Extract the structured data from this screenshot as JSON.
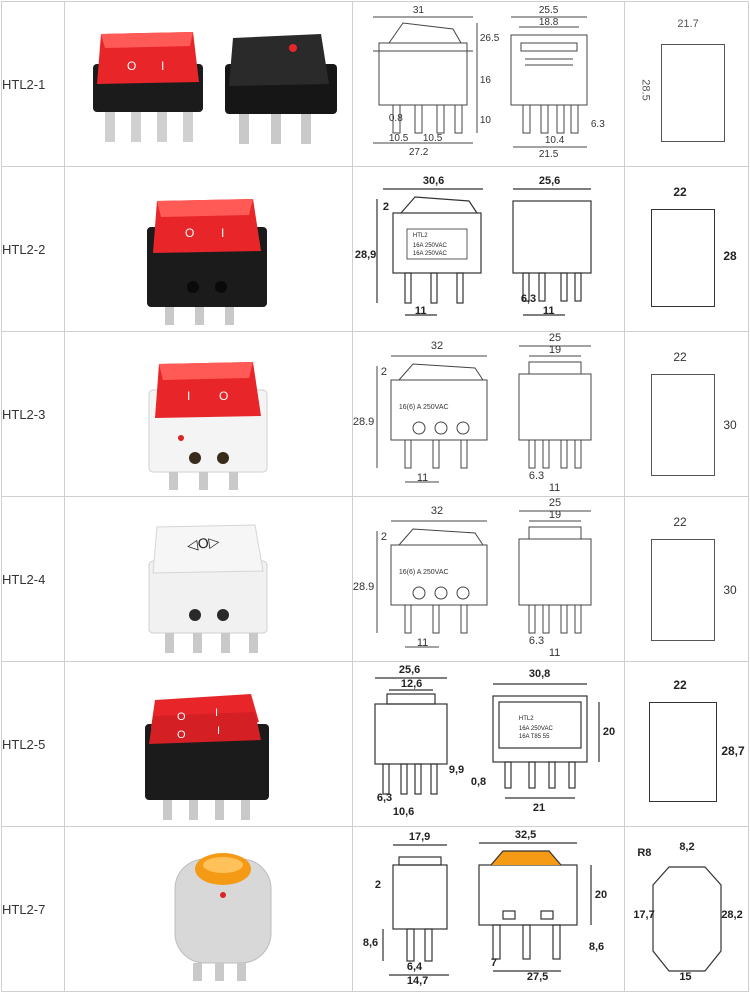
{
  "rows": [
    {
      "model": "HTL2-1",
      "dims": {
        "w1": "31",
        "h_top": "26.5",
        "h_mid": "16",
        "h_pin": "10",
        "pin_t": "0.8",
        "pin_a": "10.5",
        "pin_b": "10.5",
        "w_total": "27.2",
        "s_w1": "25.5",
        "s_w2": "18.8",
        "s_pin": "6.3",
        "s_pitch": "10.4",
        "s_w3": "21.5",
        "cut_w": "21.7",
        "cut_h": "28.5"
      },
      "colors": {
        "rocker": "#e8262a",
        "body": "#1b1b1b",
        "rocker2": "#222222"
      }
    },
    {
      "model": "HTL2-2",
      "dims": {
        "w1": "30,6",
        "h_top": "2",
        "h_total": "28,9",
        "pin": "11",
        "s_w1": "25,6",
        "s_pin": "6,3",
        "s_pitch": "11",
        "cut_w": "22",
        "cut_h": "28"
      },
      "label_lines": [
        "HTL2",
        "16A 250VAC",
        "16A 250VAC"
      ],
      "colors": {
        "rocker": "#e8262a",
        "body": "#1b1b1b"
      }
    },
    {
      "model": "HTL2-3",
      "dims": {
        "w1": "32",
        "h_top": "2",
        "h_total": "28.9",
        "pin": "11",
        "s_w1": "25",
        "s_w2": "19",
        "s_pin": "6.3",
        "s_pitch": "11",
        "cut_w": "22",
        "cut_h": "30"
      },
      "label_lines": [
        "16(6) A  250VAC"
      ],
      "colors": {
        "rocker": "#e8262a",
        "body": "#f4f4f4"
      }
    },
    {
      "model": "HTL2-4",
      "dims": {
        "w1": "32",
        "h_top": "2",
        "h_total": "28.9",
        "pin": "11",
        "s_w1": "25",
        "s_w2": "19",
        "s_pin": "6.3",
        "s_pitch": "11",
        "cut_w": "22",
        "cut_h": "30"
      },
      "label_lines": [
        "16(6) A  250VAC"
      ],
      "rocker_symbols": "◁O▷",
      "colors": {
        "rocker": "#f6f6f6",
        "body": "#f1f1f1"
      }
    },
    {
      "model": "HTL2-5",
      "dims": {
        "w1": "25,6",
        "w2": "12,6",
        "pin_a": "6,3",
        "pin_b": "10,6",
        "h_pin": "9,9",
        "f_w1": "30,8",
        "f_h": "20",
        "f_t": "0,8",
        "f_w2": "21",
        "cut_w": "22",
        "cut_h": "28,7"
      },
      "label_lines": [
        "HTL2",
        "16A 250VAC",
        "16A T85 55"
      ],
      "colors": {
        "rocker": "#e8262a",
        "body": "#1b1b1b"
      }
    },
    {
      "model": "HTL2-7",
      "dims": {
        "w1": "17,9",
        "h_top": "2",
        "h_pin": "8,6",
        "pin_a": "6,4",
        "w_total": "14,7",
        "f_w1": "32,5",
        "f_h": "20",
        "f_pin": "7",
        "f_w2": "27,5",
        "f_hpin": "8,6",
        "cut_r": "R8",
        "cut_top": "8,2",
        "cut_mid": "17,7",
        "cut_h": "28,2",
        "cut_w": "15"
      },
      "colors": {
        "rocker": "#f59a15",
        "body": "#d8d8d8"
      }
    }
  ]
}
